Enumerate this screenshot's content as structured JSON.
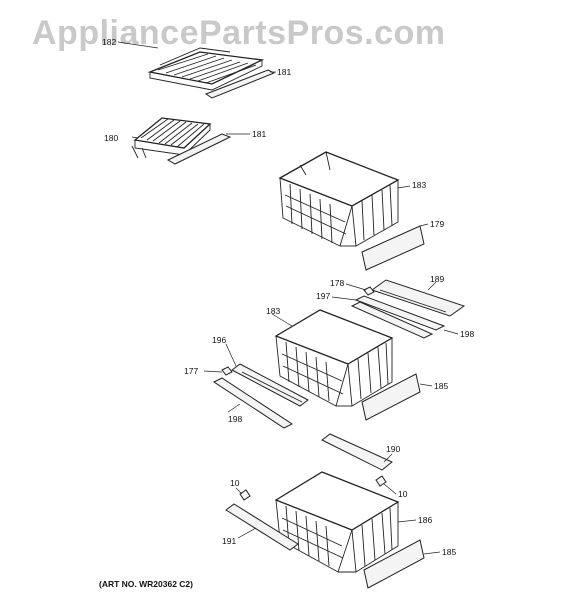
{
  "watermark": "AppliancePartsPros.com",
  "art_number": "(ART NO. WR20362 C2)",
  "callouts": {
    "c182": "182",
    "c181a": "181",
    "c180": "180",
    "c181b": "181",
    "c183a": "183",
    "c179": "179",
    "c178": "178",
    "c189": "189",
    "c197": "197",
    "c198a": "198",
    "c183b": "183",
    "c196": "196",
    "c177": "177",
    "c185a": "185",
    "c198b": "198",
    "c190": "190",
    "c10a": "10",
    "c10b": "10",
    "c186": "186",
    "c191": "191",
    "c185b": "185"
  }
}
